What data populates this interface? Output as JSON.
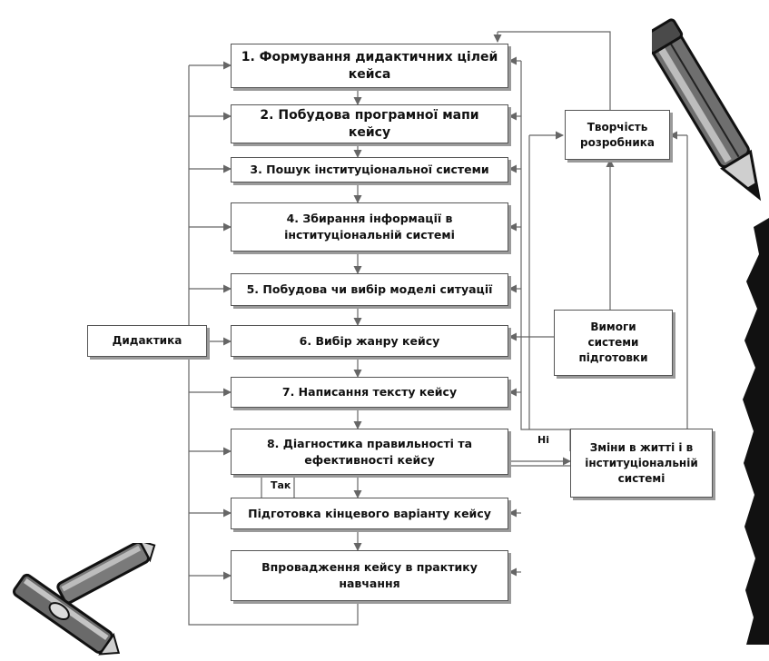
{
  "steps": [
    "1. Формування дидактичних цілей кейса",
    "2. Побудова програмної мапи кейсу",
    "3. Пошук інституціональної системи",
    "4. Збирання інформації в інституціональній системі",
    "5. Побудова чи вибір моделі ситуації",
    "6. Вибір жанру кейсу",
    "7. Написання тексту кейсу",
    "8. Діагностика правильності та ефективності кейсу",
    "Підготовка кінцевого варіанту кейсу",
    "Впровадження кейсу в практику навчання"
  ],
  "side": {
    "didactics": "Дидактика",
    "creativity": "Творчість розробника",
    "requirements": "Вимоги системи підготовки",
    "changes": "Зміни в житті і в інституціональній системі"
  },
  "labels": {
    "yes": "Так",
    "no": "Ні"
  },
  "decorations": [
    "pencil-icon",
    "crayons-icon",
    "torn-edge"
  ]
}
